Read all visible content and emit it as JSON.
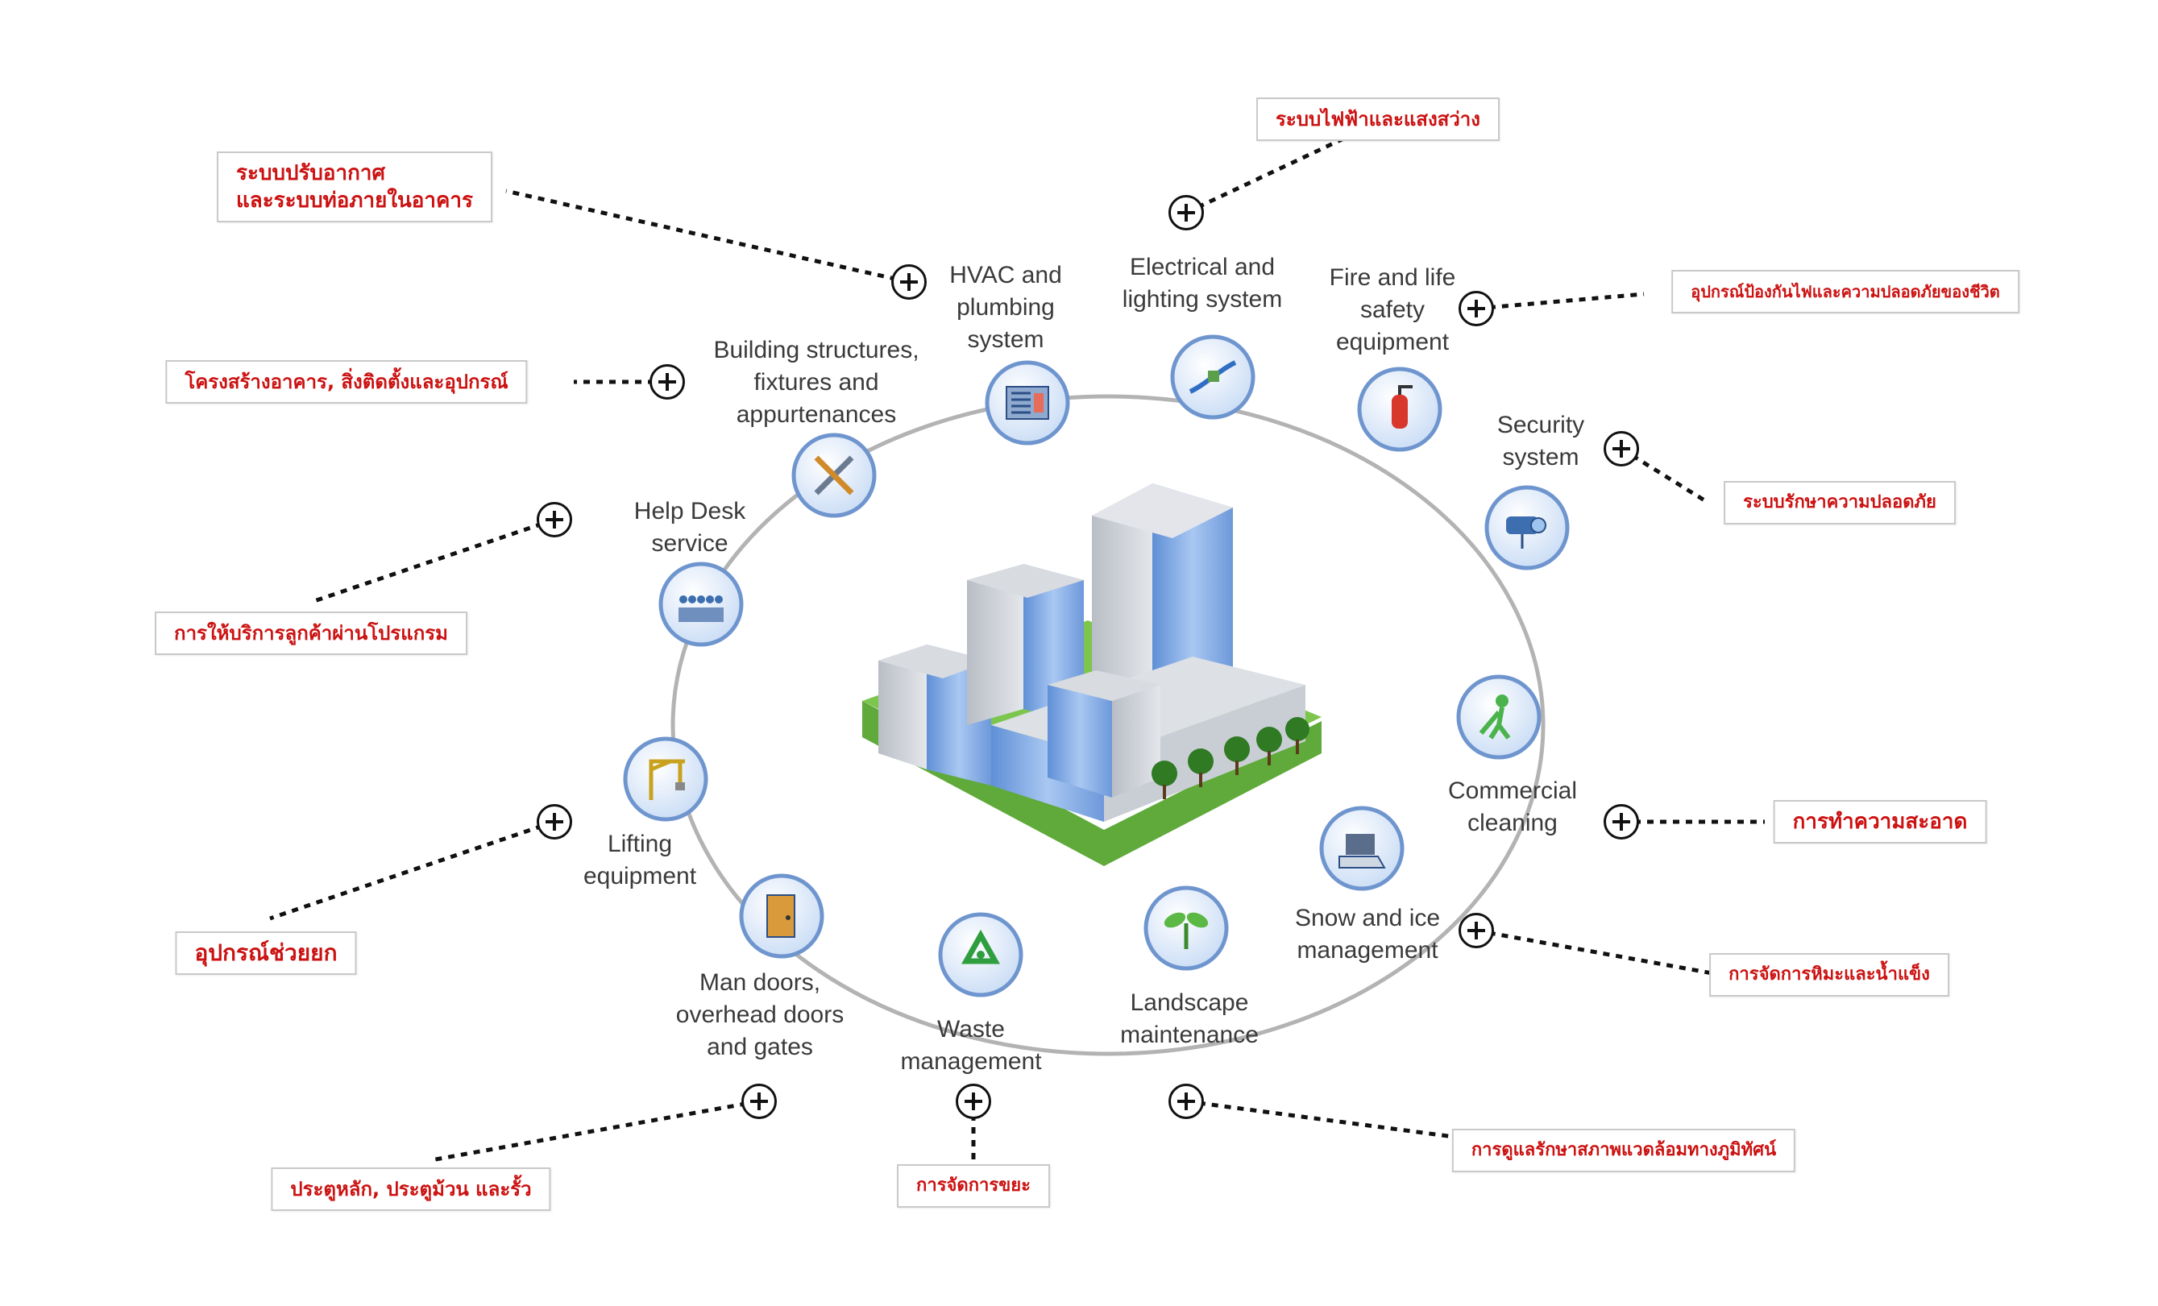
{
  "colors": {
    "callout_text": "#cc1111",
    "label_text": "#3a3a3a",
    "ring": "#b3b3b3",
    "icon_fill": "#dbe9fb",
    "icon_border": "#6f95cf",
    "building_blue": "#7fa7df",
    "lawn_green": "#6fbd45"
  },
  "center": {
    "icon": "office-buildings-icon"
  },
  "services": [
    {
      "id": "hvac",
      "lines": [
        "HVAC and",
        "plumbing",
        "system"
      ],
      "icon": "hvac-unit-icon",
      "callout": [
        "ระบบปรับอากาศ",
        "และระบบท่อภายในอาคาร"
      ]
    },
    {
      "id": "electrical",
      "lines": [
        "Electrical and",
        "lighting system"
      ],
      "icon": "electrical-cable-icon",
      "callout": [
        "ระบบไฟฟ้าและแสงสว่าง"
      ]
    },
    {
      "id": "fire",
      "lines": [
        "Fire and life",
        "safety",
        "equipment"
      ],
      "icon": "fire-extinguisher-icon",
      "callout": [
        "อุปกรณ์ป้องกันไฟและความปลอดภัยของชีวิต"
      ]
    },
    {
      "id": "security",
      "lines": [
        "Security",
        "system"
      ],
      "icon": "security-camera-icon",
      "callout": [
        "ระบบรักษาความปลอดภัย"
      ]
    },
    {
      "id": "cleaning",
      "lines": [
        "Commercial",
        "cleaning"
      ],
      "icon": "cleaning-worker-icon",
      "callout": [
        "การทำความสะอาด"
      ]
    },
    {
      "id": "snow",
      "lines": [
        "Snow and ice",
        "management"
      ],
      "icon": "snow-plow-icon",
      "callout": [
        "การจัดการหิมะและน้ำแข็ง"
      ]
    },
    {
      "id": "landscape",
      "lines": [
        "Landscape",
        "maintenance"
      ],
      "icon": "plant-sprout-icon",
      "callout": [
        "การดูแลรักษาสภาพแวดล้อมทางภูมิทัศน์"
      ]
    },
    {
      "id": "waste",
      "lines": [
        "Waste",
        "management"
      ],
      "icon": "recycle-icon",
      "callout": [
        "การจัดการขยะ"
      ]
    },
    {
      "id": "doors",
      "lines": [
        "Man doors,",
        "overhead doors",
        "and gates"
      ],
      "icon": "door-icon",
      "callout": [
        "ประตูหลัก, ประตูม้วน และรั้ว"
      ]
    },
    {
      "id": "lifting",
      "lines": [
        "Lifting",
        "equipment"
      ],
      "icon": "crane-icon",
      "callout": [
        "อุปกรณ์ช่วยยก"
      ]
    },
    {
      "id": "helpdesk",
      "lines": [
        "Help Desk",
        "service"
      ],
      "icon": "help-desk-icon",
      "callout": [
        "การให้บริการลูกค้าผ่านโปรแกรม"
      ]
    },
    {
      "id": "structures",
      "lines": [
        "Building structures,",
        "fixtures and",
        "appurtenances"
      ],
      "icon": "tools-icon",
      "callout": [
        "โครงสร้างอาคาร, สิ่งติดตั้งและอุปกรณ์"
      ]
    }
  ]
}
